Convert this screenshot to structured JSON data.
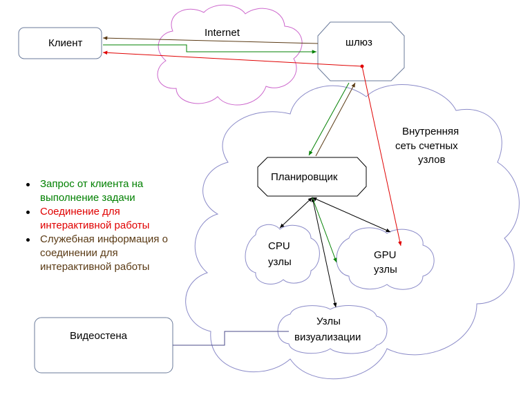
{
  "nodes": {
    "client": "Клиент",
    "internet": "Internet",
    "gateway": "шлюз",
    "internal_network": [
      "Внутренняя",
      "сеть счетных",
      "узлов"
    ],
    "scheduler": "Планировщик",
    "cpu_nodes": [
      "CPU",
      "узлы"
    ],
    "gpu_nodes": [
      "GPU",
      "узлы"
    ],
    "viz_nodes": [
      "Узлы",
      "визуализации"
    ],
    "videowall": "Видеостена"
  },
  "legend": [
    {
      "text": "Запрос от клиента на выполнение задачи",
      "color": "#008000"
    },
    {
      "text": "Соединение для интерактивной работы",
      "color": "#e00000"
    },
    {
      "text": "Служебная информация о соединении для интерактивной работы",
      "color": "#5a3a14"
    }
  ],
  "colors": {
    "request": "#008000",
    "interactive": "#e00000",
    "service": "#5a3a14",
    "internet_cloud": "#cc66cc",
    "internal_cloud": "#8a8ac8",
    "box_border": "#6a7a9a"
  }
}
